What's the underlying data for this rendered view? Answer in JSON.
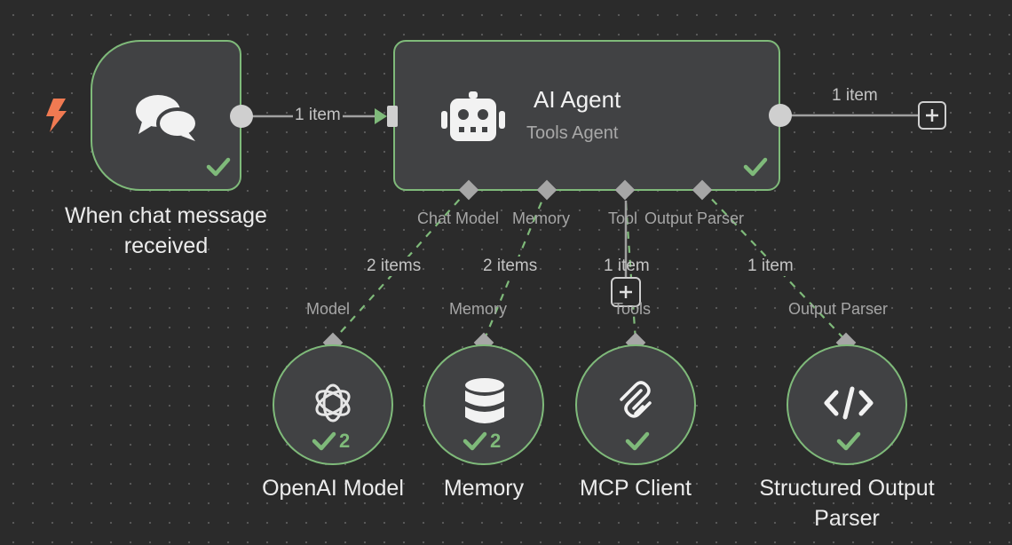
{
  "nodes": {
    "trigger": {
      "label": "When chat message received",
      "icon": "chat-bubbles-icon",
      "trigger_icon": "lightning-bolt-icon"
    },
    "agent": {
      "title": "AI Agent",
      "subtitle": "Tools Agent",
      "icon": "robot-icon"
    },
    "openai_model": {
      "label": "OpenAI Model",
      "count": "2",
      "icon": "openai-logo-icon"
    },
    "memory": {
      "label": "Memory",
      "count": "2",
      "icon": "database-icon"
    },
    "mcp_client": {
      "label": "MCP Client",
      "icon": "mcp-logo-icon"
    },
    "output_parser": {
      "label": "Structured Output Parser",
      "icon": "code-icon"
    }
  },
  "edges": {
    "trigger_to_agent": "1 item",
    "agent_output": "1 item",
    "model": "2 items",
    "memory": "2 items",
    "tool": "1 item",
    "parser": "1 item"
  },
  "agent_ports": {
    "chat_model": "Chat Model",
    "memory": "Memory",
    "tool": "Tool",
    "output_parser": "Output Parser"
  },
  "sub_ports": {
    "model": "Model",
    "memory": "Memory",
    "tools": "Tools",
    "output_parser": "Output Parser"
  },
  "colors": {
    "success": "#7fba7a",
    "node_bg": "#414244",
    "canvas_bg": "#2b2b2b",
    "trigger": "#f07a52"
  }
}
